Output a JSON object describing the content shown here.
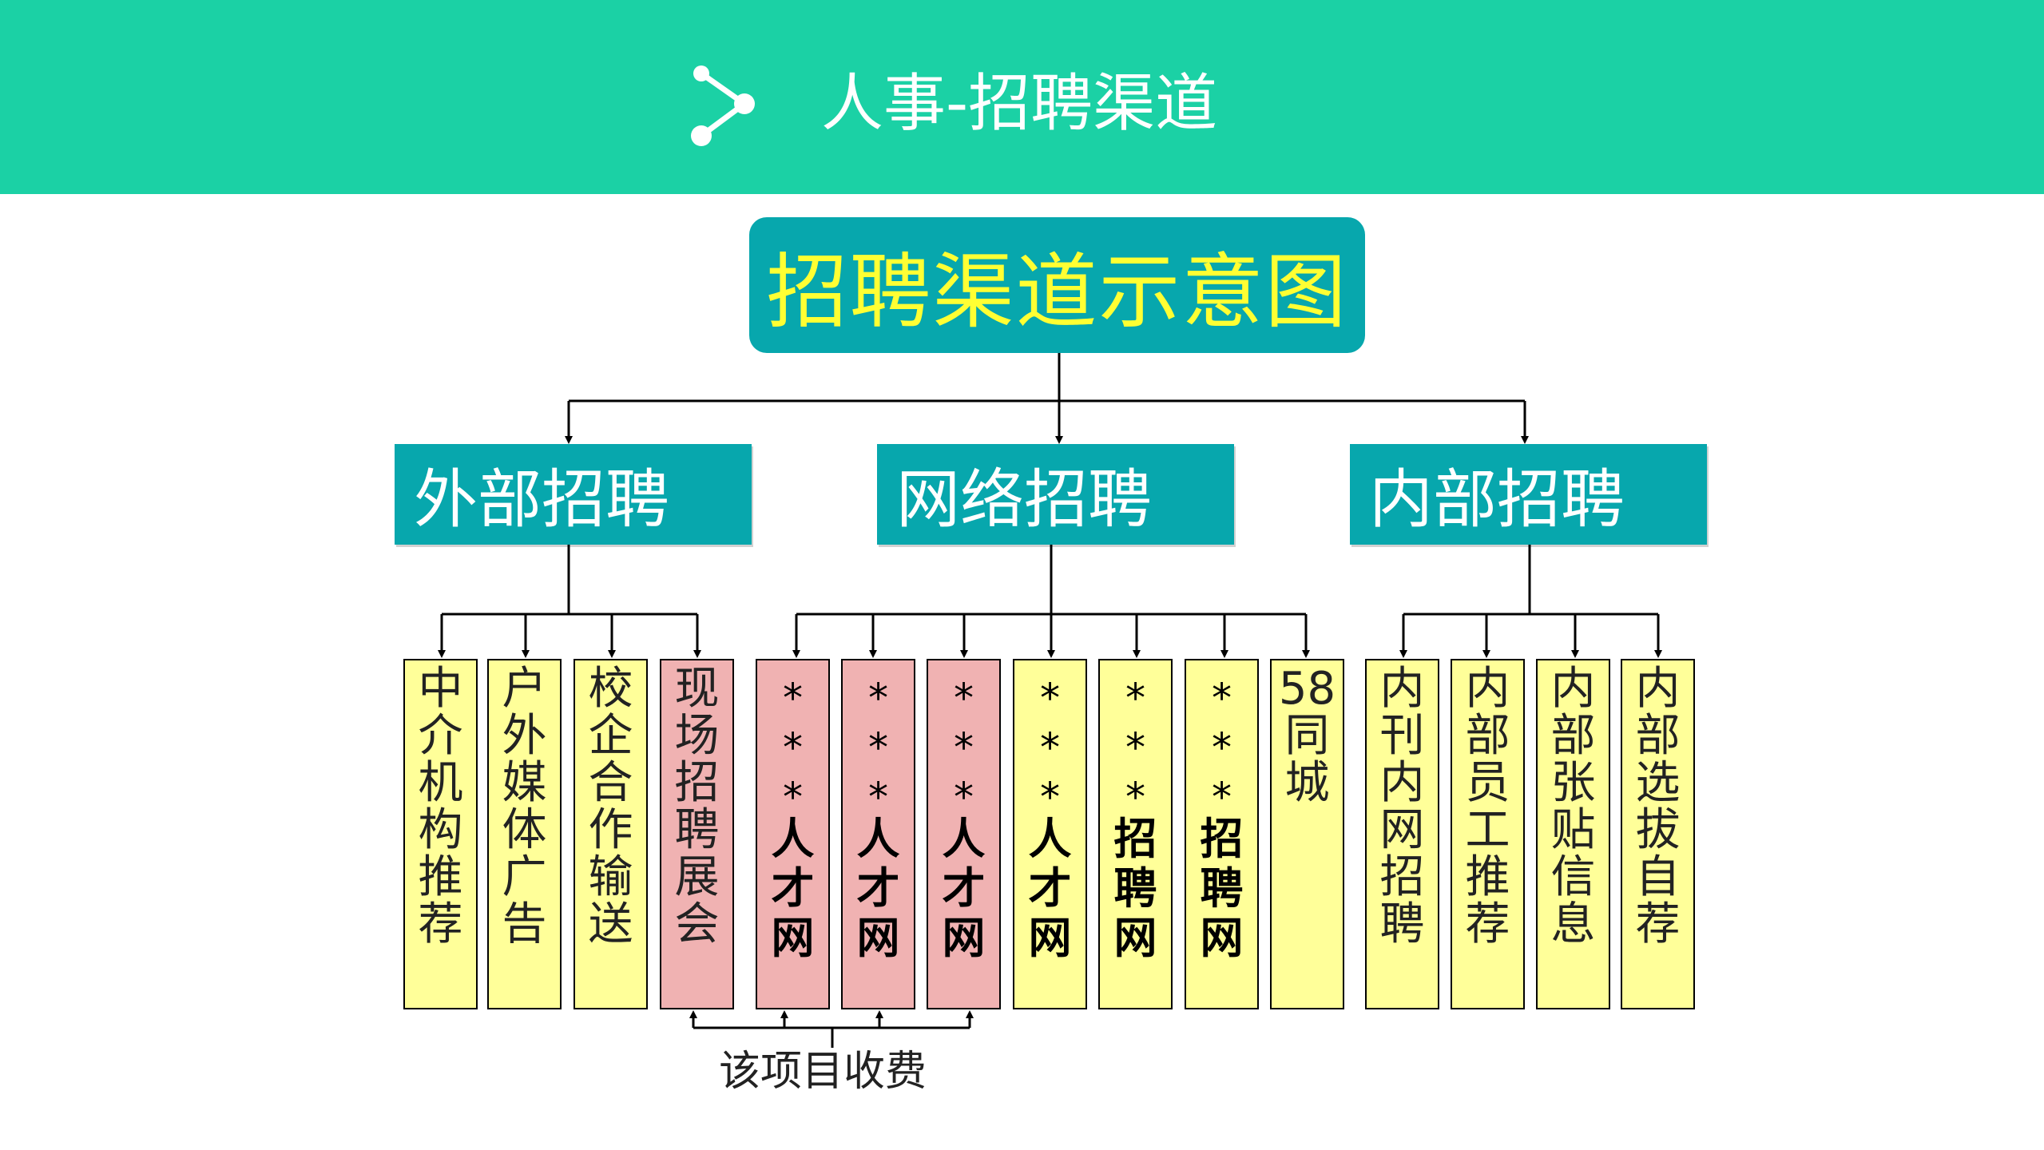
{
  "header": {
    "title": "人事-招聘渠道",
    "background_color": "#1bd1a5",
    "icon": "share-nodes-icon"
  },
  "diagram": {
    "root_label": "招聘渠道示意图",
    "colors": {
      "box_teal": "#07a7ad",
      "root_text": "#ffff33",
      "leaf_yellow": "#ffff99",
      "leaf_pink": "#f0b2b2"
    },
    "categories": [
      {
        "label": "外部招聘",
        "items": [
          {
            "label": "中介机构推荐",
            "fill": "yellow",
            "style": "plain"
          },
          {
            "label": "户外媒体广告",
            "fill": "yellow",
            "style": "plain"
          },
          {
            "label": "校企合作输送",
            "fill": "yellow",
            "style": "plain"
          },
          {
            "label": "现场招聘展会",
            "fill": "pink",
            "style": "plain"
          }
        ]
      },
      {
        "label": "网络招聘",
        "items": [
          {
            "label": "***人才网",
            "fill": "pink",
            "style": "web"
          },
          {
            "label": "***人才网",
            "fill": "pink",
            "style": "web"
          },
          {
            "label": "***人才网",
            "fill": "pink",
            "style": "web"
          },
          {
            "label": "***人才网",
            "fill": "yellow",
            "style": "web"
          },
          {
            "label": "***招聘网",
            "fill": "yellow",
            "style": "web"
          },
          {
            "label": "***招聘网",
            "fill": "yellow",
            "style": "web"
          },
          {
            "label": "58同城",
            "fill": "yellow",
            "style": "city"
          }
        ]
      },
      {
        "label": "内部招聘",
        "items": [
          {
            "label": "内刊内网招聘",
            "fill": "yellow",
            "style": "plain"
          },
          {
            "label": "内部员工推荐",
            "fill": "yellow",
            "style": "plain"
          },
          {
            "label": "内部张贴信息",
            "fill": "yellow",
            "style": "plain"
          },
          {
            "label": "内部选拔自荐",
            "fill": "yellow",
            "style": "plain"
          }
        ]
      }
    ],
    "fee_note": "该项目收费"
  }
}
